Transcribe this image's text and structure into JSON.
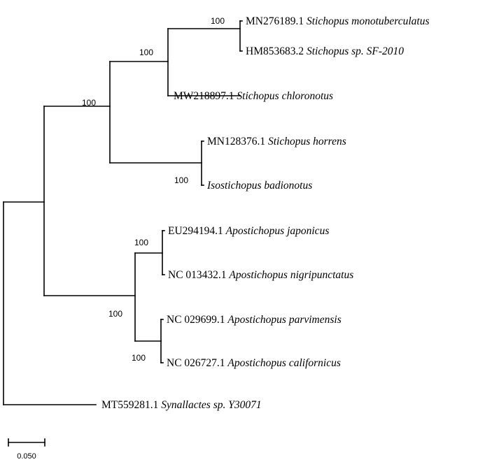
{
  "tree": {
    "leaves": [
      {
        "accession": "MN276189.1",
        "species": "Stichopus monotuberculatus"
      },
      {
        "accession": "HM853683.2",
        "species": "Stichopus sp. SF-2010"
      },
      {
        "accession": "MW218897.1",
        "species": "Stichopus chloronotus"
      },
      {
        "accession": "MN128376.1",
        "species": "Stichopus horrens"
      },
      {
        "accession": "",
        "species": "Isostichopus badionotus"
      },
      {
        "accession": "EU294194.1",
        "species": "Apostichopus japonicus"
      },
      {
        "accession": "NC 013432.1",
        "species": "Apostichopus nigripunctatus"
      },
      {
        "accession": "NC 029699.1",
        "species": "Apostichopus parvimensis"
      },
      {
        "accession": "NC 026727.1",
        "species": "Apostichopus californicus"
      },
      {
        "accession": "MT559281.1",
        "species": "Synallactes sp. Y30071"
      }
    ],
    "support_values": [
      "100",
      "100",
      "100",
      "100",
      "100",
      "100",
      "100"
    ],
    "scale_bar": {
      "label": "0.050"
    }
  }
}
